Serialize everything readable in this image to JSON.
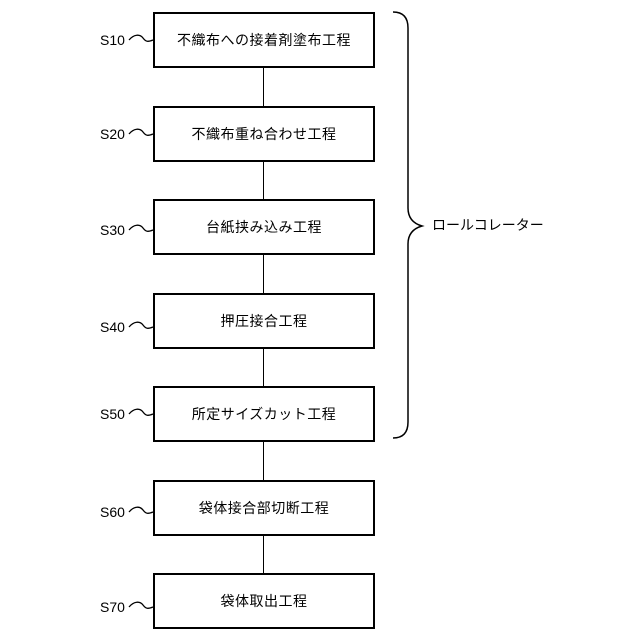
{
  "steps": [
    {
      "id": "S10",
      "label": "不織布への接着剤塗布工程"
    },
    {
      "id": "S20",
      "label": "不織布重ね合わせ工程"
    },
    {
      "id": "S30",
      "label": "台紙挟み込み工程"
    },
    {
      "id": "S40",
      "label": "押圧接合工程"
    },
    {
      "id": "S50",
      "label": "所定サイズカット工程"
    },
    {
      "id": "S60",
      "label": "袋体接合部切断工程"
    },
    {
      "id": "S70",
      "label": "袋体取出工程"
    }
  ],
  "group": {
    "label": "ロールコレーター"
  }
}
